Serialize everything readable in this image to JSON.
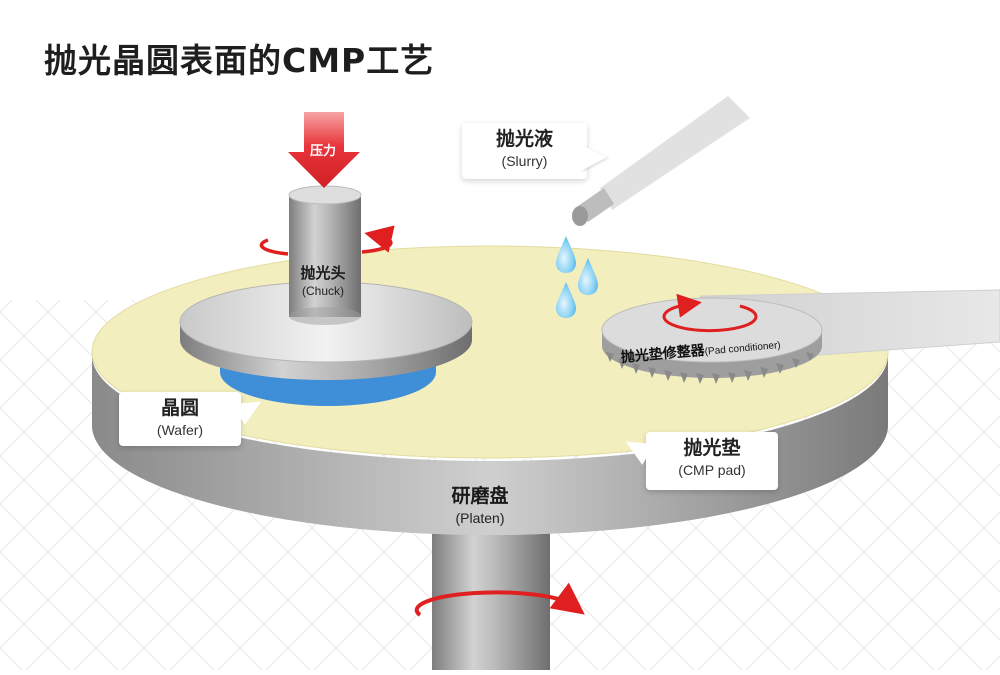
{
  "title": "抛光晶圆表面的CMP工艺",
  "labels": {
    "pressure": "压力",
    "chuck_zh": "抛光头",
    "chuck_en": "(Chuck)",
    "slurry_zh": "抛光液",
    "slurry_en": "(Slurry)",
    "wafer_zh": "晶圆",
    "wafer_en": "(Wafer)",
    "pad_zh": "抛光垫",
    "pad_en": "(CMP pad)",
    "conditioner_zh": "抛光垫修整器",
    "conditioner_en": "(Pad conditioner)",
    "platen_zh": "研磨盘",
    "platen_en": "(Platen)"
  },
  "colors": {
    "pad": "#f3eebd",
    "wafer": "#3e8fd8",
    "metal": "#a8a8a8",
    "rotation_arrow": "#e02020",
    "pressure_arrow": "#e3262c",
    "slurry_drop": "#6cc3ef"
  },
  "icons": [
    "pressure-arrow",
    "rotation-arrow",
    "slurry-droplet"
  ]
}
